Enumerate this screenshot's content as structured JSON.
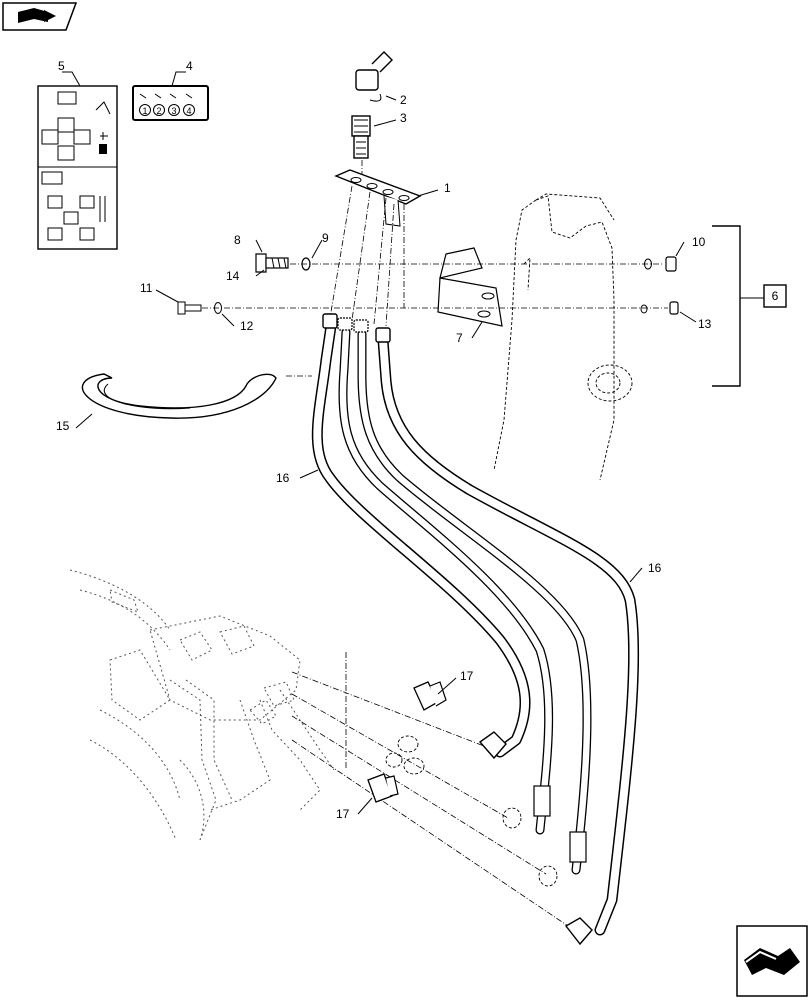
{
  "callouts": {
    "c1": "1",
    "c2": "2",
    "c3": "3",
    "c4": "4",
    "c5": "5",
    "c6": "6",
    "c7": "7",
    "c8": "8",
    "c9": "9",
    "c10": "10",
    "c11": "11",
    "c12": "12",
    "c13": "13",
    "c14": "14",
    "c15": "15",
    "c16a": "16",
    "c16b": "16",
    "c17a": "17",
    "c17b": "17"
  },
  "decal4": {
    "n1": "1",
    "n2": "2",
    "n3": "3",
    "n4": "4"
  },
  "icons": {
    "top_left": "book-arrow-icon",
    "bottom_right": "next-page-arrow-icon"
  }
}
